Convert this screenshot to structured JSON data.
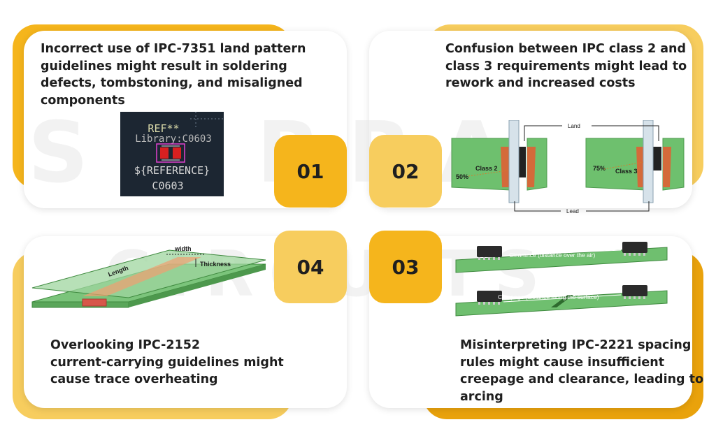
{
  "watermark": {
    "line1": "SIERRA",
    "line2": "CIRCUITS"
  },
  "colors": {
    "gold": "#f5b51c",
    "gold_dark": "#e9a20c",
    "gold_light": "#f7cd5e",
    "card": "#ffffff"
  },
  "cards": [
    {
      "number": "01",
      "text_lines": [
        "Incorrect use of IPC-7351 land pattern",
        "guidelines might result in soldering",
        "defects, tombstoning, and misaligned",
        "components"
      ],
      "figure": {
        "ref": "REF**",
        "library": "Library:C0603",
        "reference": "${REFERENCE}",
        "value": "C0603"
      }
    },
    {
      "number": "02",
      "text_lines": [
        "Confusion between IPC class 2 and",
        "class 3 requirements might lead to",
        "rework and increased costs"
      ],
      "figure": {
        "land_label": "Land",
        "lead_label": "Lead",
        "class2_label": "Class 2",
        "class2_pct": "50%",
        "class3_label": "Class 3",
        "class3_pct": "75%"
      }
    },
    {
      "number": "03",
      "text_lines": [
        "Misinterpreting IPC-2221 spacing",
        "rules might cause insufficient",
        "creepage and clearance, leading to",
        "arcing"
      ],
      "figure": {
        "clearance_label": "Clearance (distance over the air)",
        "creepage_label": "Creepage (distance along the surface)"
      }
    },
    {
      "number": "04",
      "text_lines": [
        "Overlooking IPC-2152",
        "current-carrying guidelines might",
        "cause trace overheating"
      ],
      "figure": {
        "width_label": "width",
        "thickness_label": "Thickness",
        "length_label": "Length"
      }
    }
  ]
}
